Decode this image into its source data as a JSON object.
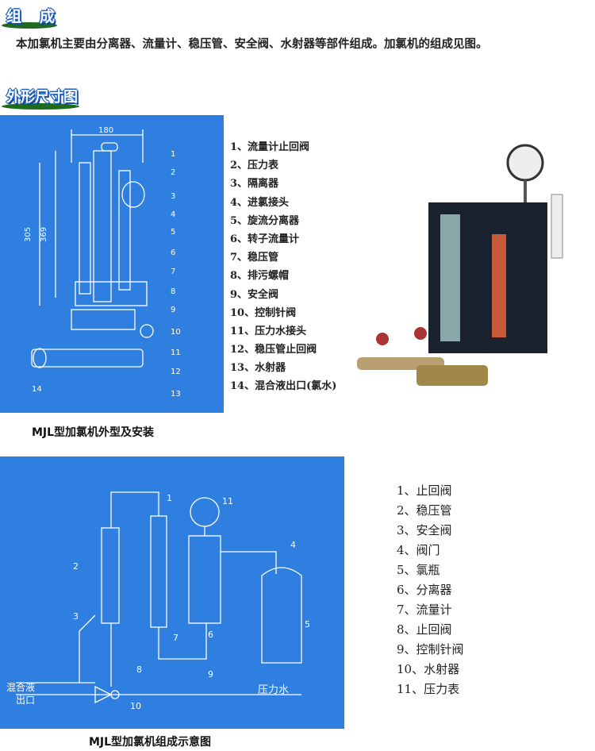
{
  "section1": {
    "title": "组　成",
    "intro": "本加氯机主要由分离器、流量计、稳压管、安全阀、水射器等部件组成。加氯机的组成见图。"
  },
  "section2": {
    "title": "外形尺寸图"
  },
  "figure1": {
    "dim_width": "180",
    "dim_h1": "305",
    "dim_h2": "369",
    "caption": "MJL型加氯机外型及安装",
    "callouts": [
      "1",
      "2",
      "3",
      "4",
      "5",
      "6",
      "7",
      "8",
      "9",
      "10",
      "11",
      "12",
      "13",
      "14"
    ],
    "parts": [
      "1、流量计止回阀",
      "2、压力表",
      "3、隔离器",
      "4、进氯接头",
      "5、旋流分离器",
      "6、转子流量计",
      "7、稳压管",
      "8、排污螺帽",
      "9、安全阀",
      "10、控制针阀",
      "11、压力水接头",
      "12、稳压管止回阀",
      "13、水射器",
      "14、混合液出口(氯水)"
    ]
  },
  "figure2": {
    "caption": "MJL型加氯机组成示意图",
    "outlet_label_1": "混合液",
    "outlet_label_2": "出口",
    "water_label": "压力水",
    "callouts": [
      "1",
      "2",
      "3",
      "4",
      "5",
      "6",
      "7",
      "8",
      "9",
      "10",
      "11"
    ],
    "parts": [
      "1、止回阀",
      "2、稳压管",
      "3、安全阀",
      "4、阀门",
      "5、氯瓶",
      "6、分离器",
      "7、流量计",
      "8、止回阀",
      "9、控制针阀",
      "10、水射器",
      "11、压力表"
    ]
  }
}
